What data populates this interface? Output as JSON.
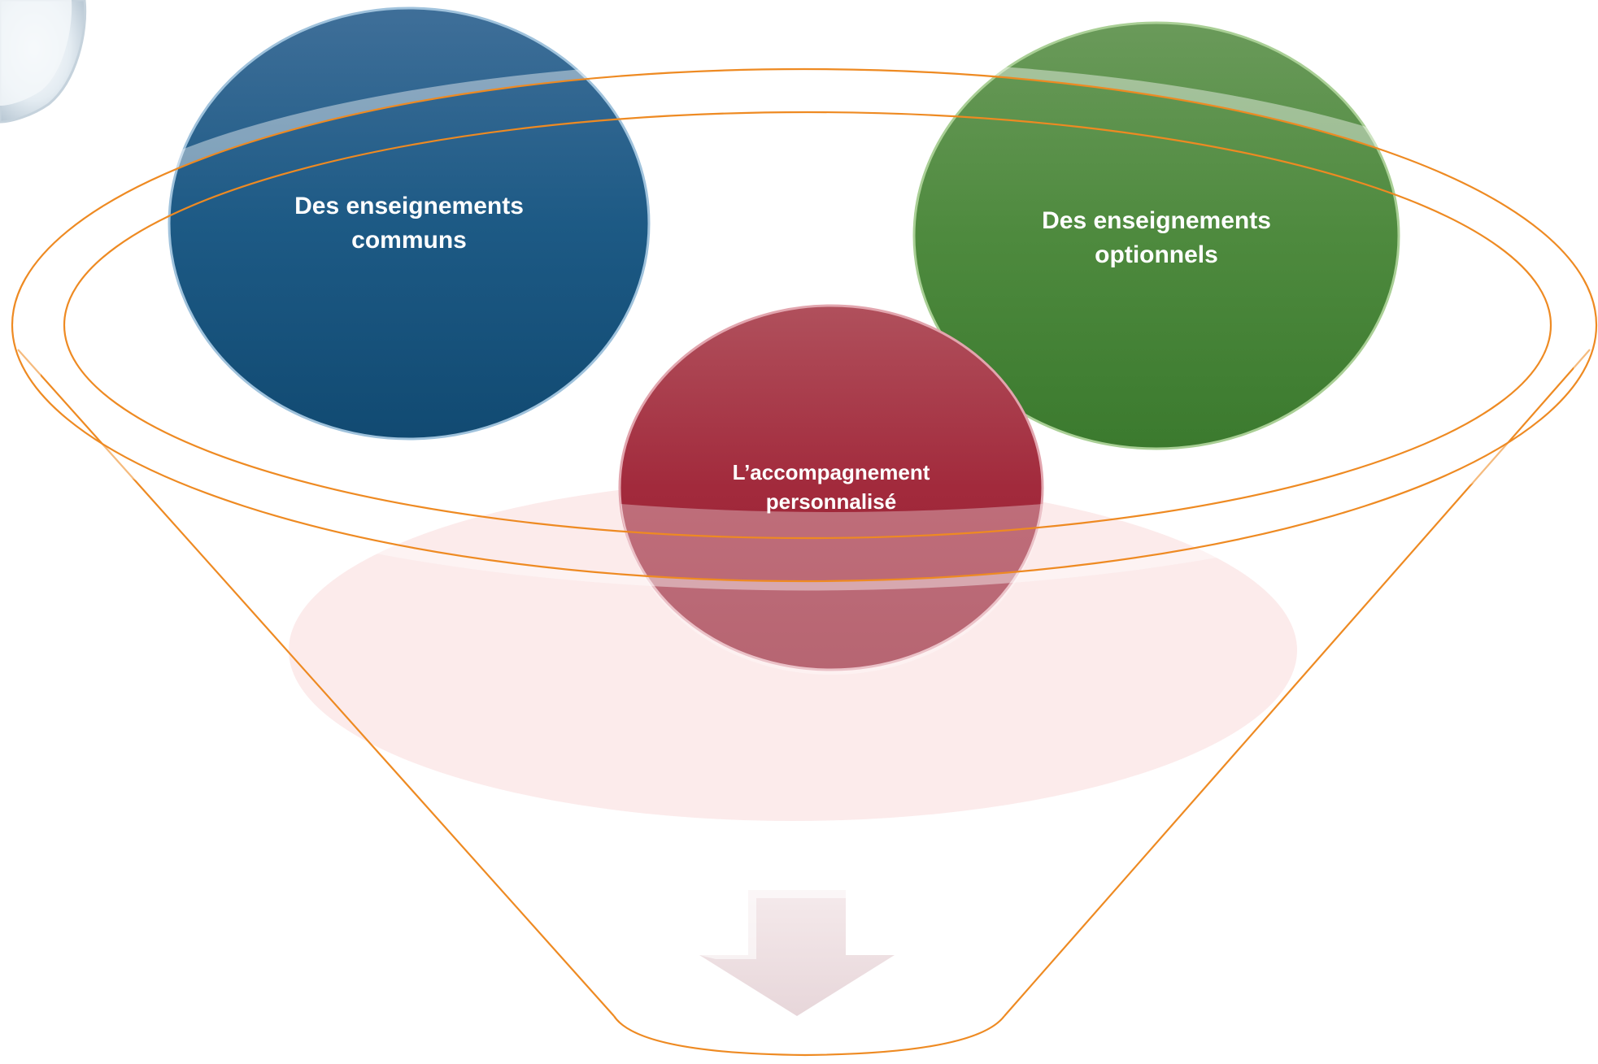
{
  "diagram": {
    "circles": [
      {
        "id": "communs",
        "lines": [
          "Des enseignements",
          "communs"
        ],
        "color": "#1f5a85"
      },
      {
        "id": "optionnels",
        "lines": [
          "Des enseignements",
          "optionnels"
        ],
        "color": "#4a8a3a"
      },
      {
        "id": "accompagnement",
        "lines": [
          "L’accompagnement",
          "personnalisé"
        ],
        "color": "#a7263a"
      }
    ],
    "funnel_color": "#ee8a22",
    "arrow_icon": "down-arrow-icon"
  }
}
